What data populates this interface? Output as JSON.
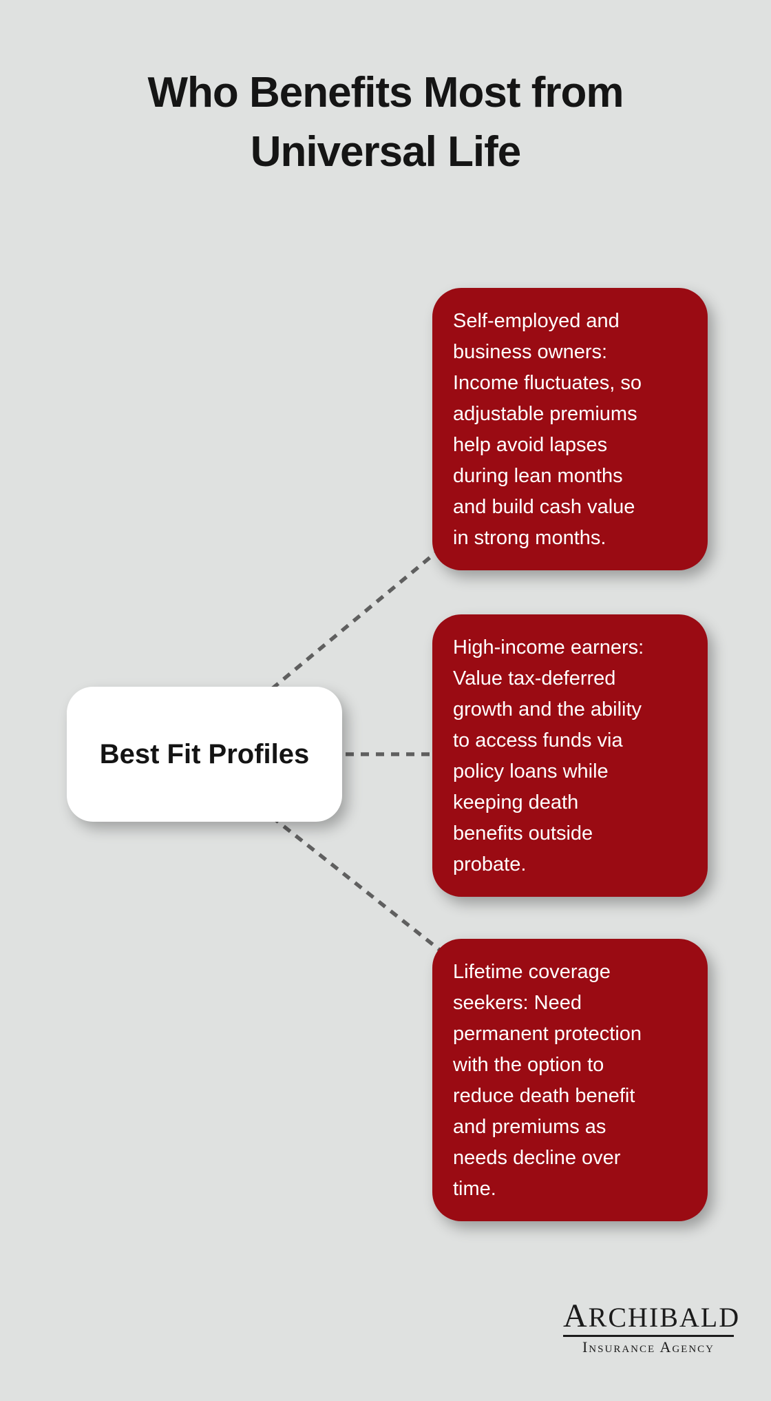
{
  "page": {
    "title": "Who Benefits Most from\nUniversal Life"
  },
  "center_node": {
    "label": "Best Fit Profiles"
  },
  "profiles": [
    {
      "id": "self-employed-business-owners",
      "text": "Self-employed and\nbusiness owners:\nIncome fluctuates, so\nadjustable premiums\nhelp avoid lapses\nduring lean months\nand build cash value\nin strong months."
    },
    {
      "id": "high-income-earners",
      "text": "High-income earners:\nValue tax-deferred\ngrowth and the ability\nto access funds via\npolicy loans while\nkeeping death\nbenefits outside\nprobate."
    },
    {
      "id": "lifetime-coverage-seekers",
      "text": "Lifetime coverage\nseekers: Need\npermanent protection\nwith the option to\nreduce death benefit\nand premiums as\nneeds decline over\ntime."
    }
  ],
  "logo": {
    "name": "Archibald",
    "tagline": "Insurance Agency"
  },
  "colors": {
    "background": "#dfe1e0",
    "card_red": "#9a0b13",
    "card_white": "#ffffff",
    "text_dark": "#151515",
    "text_light": "#ffffff",
    "connector": "#5f5f5f",
    "logo_text": "#1b1b1b"
  }
}
